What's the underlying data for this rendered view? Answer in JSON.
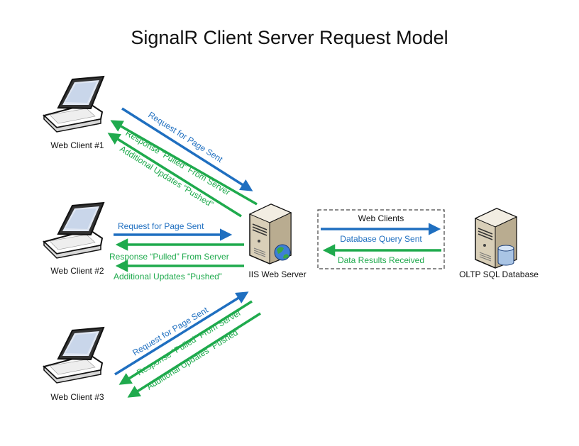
{
  "title": "SignalR Client Server Request Model",
  "colors": {
    "request": "#1f6fc0",
    "response": "#1faa4d",
    "text": "#111111",
    "box": "#555555"
  },
  "nodes": {
    "client1": {
      "label": "Web Client #1",
      "icon": "laptop-icon"
    },
    "client2": {
      "label": "Web Client #2",
      "icon": "laptop-icon"
    },
    "client3": {
      "label": "Web Client #3",
      "icon": "laptop-icon"
    },
    "server": {
      "label": "IIS Web Server",
      "icon": "server-globe-icon"
    },
    "database": {
      "label": "OLTP SQL Database",
      "icon": "server-database-icon"
    }
  },
  "connections": {
    "request": "Request for Page Sent",
    "response": "Response “Pulled” From Server",
    "updates": "Additional Updates “Pushed”"
  },
  "db_box": {
    "title": "Web Clients",
    "query": "Database Query Sent",
    "results": "Data Results Received"
  }
}
